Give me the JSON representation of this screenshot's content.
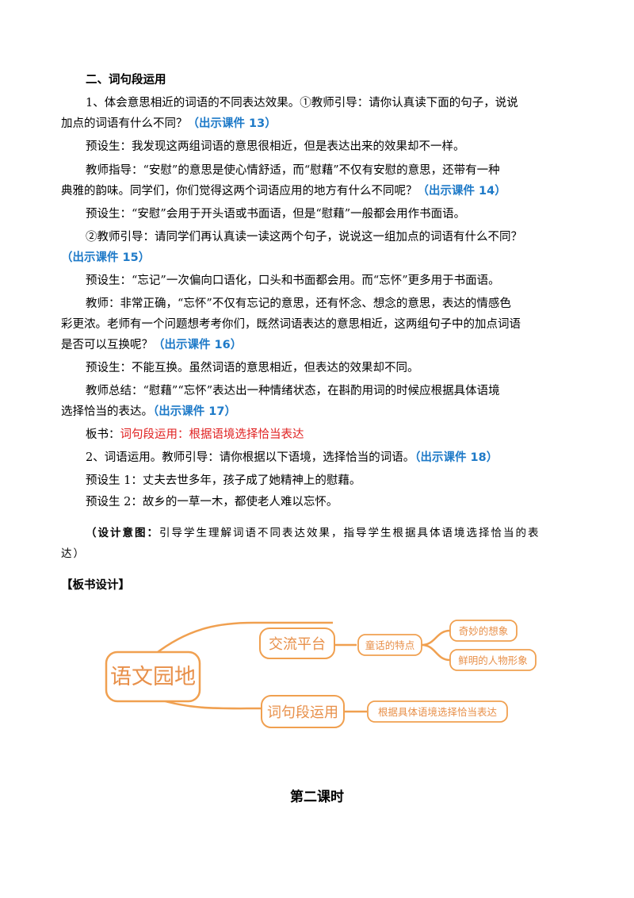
{
  "section_heading": "二、词句段运用",
  "p1": {
    "line1": "1、体会意思相近的词语的不同表达效果。①教师引导：请你认真读下面的句子，说说",
    "line2": "加点的词语有什么不同？",
    "ref": "（出示课件 13）"
  },
  "p2": "预设生：我发现这两组词语的意思很相近，但是表达出来的效果却不一样。",
  "p3": {
    "line1": "教师指导：“安慰”的意思是使心情舒适，而“慰藉”不仅有安慰的意思，还带有一种",
    "line2": "典雅的韵味。同学们，你们觉得这两个词语应用的地方有什么不同呢？",
    "ref": "（出示课件 14）"
  },
  "p4": "预设生：“安慰”会用于开头语或书面语，但是“慰藉”一般都会用作书面语。",
  "p5": {
    "line1": "②教师引导：请同学们再认真读一读这两个句子，说说这一组加点的词语有什么不同？",
    "ref": "（出示课件 15）"
  },
  "p6": "预设生：“忘记”一次偏向口语化，口头和书面都会用。而“忘怀”更多用于书面语。",
  "p7": {
    "line1": "教师：非常正确，“忘怀”不仅有忘记的意思，还有怀念、想念的意思，表达的情感色",
    "line2": "彩更浓。老师有一个问题想考考你们，既然词语表达的意思相近，这两组句子中的加点词语",
    "line3": "是否可以互换呢？",
    "ref": "（出示课件 16）"
  },
  "p8": "预设生：不能互换。虽然词语的意思相近，但表达的效果却不同。",
  "p9": {
    "line1": "教师总结：“慰藉”“忘怀”表达出一种情绪状态，在斟酌用词的时候应根据具体语境",
    "line2": "选择恰当的表达。",
    "ref": "（出示课件 17）"
  },
  "board": {
    "label": "板书：",
    "content": "词句段运用：根据语境选择恰当表达"
  },
  "p10": {
    "line1": "2、词语运用。教师引导：请你根据以下语境，选择恰当的词语。",
    "ref": "（出示课件 18）"
  },
  "p11": "预设生 1：丈夫去世多年，孩子成了她精神上的慰藉。",
  "p12": "预设生 2：故乡的一草一木，都使老人难以忘怀。",
  "intent": {
    "label": "（设计意图：",
    "line1": "引导学生理解词语不同表达效果，指导学生根据具体语境选择恰当的表",
    "line2": "达）"
  },
  "board_design_heading": "【板书设计】",
  "mindmap": {
    "root": "语文园地",
    "branch1": "交流平台",
    "branch1_child": "童话的特点",
    "leaf1": "奇妙的想象",
    "leaf2": "鲜明的人物形象",
    "branch2": "词句段运用",
    "branch2_child": "根据具体语境选择恰当表达",
    "color": "#f0a050"
  },
  "lesson_title": "第二课时"
}
